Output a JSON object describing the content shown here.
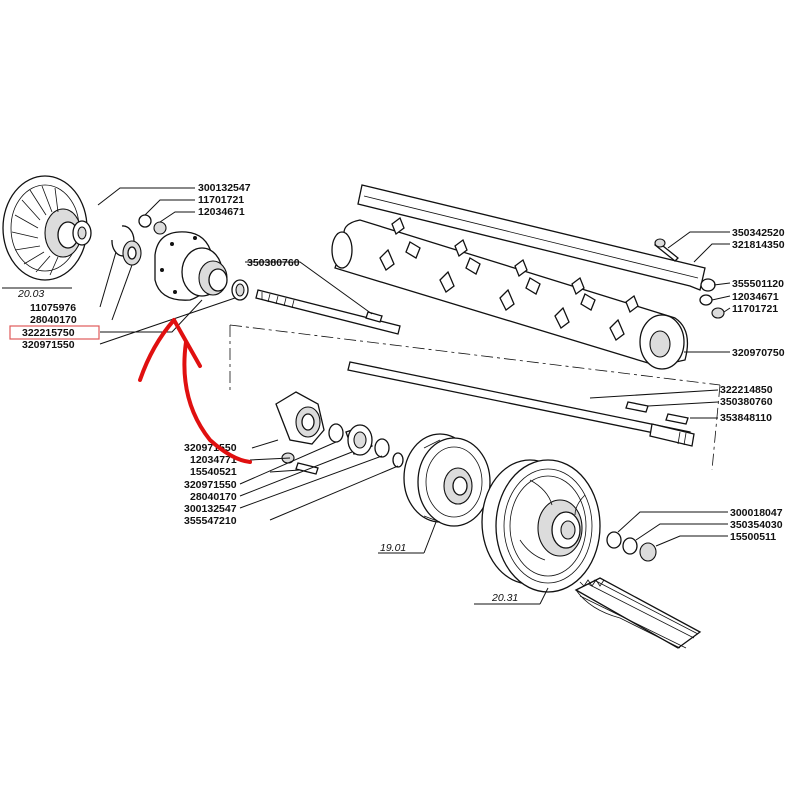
{
  "labels": {
    "top_left": [
      "300132547",
      "11701721",
      "12034671"
    ],
    "left_column": [
      "11075976",
      "28040170",
      "322215750",
      "320971550"
    ],
    "roller_top": "350380760",
    "right_top": [
      "350342520",
      "321814350"
    ],
    "right_mid": [
      "355501120",
      "12034671",
      "11701721"
    ],
    "roller_end": "320970750",
    "shaft_right": [
      "322214850",
      "350380760",
      "353848110"
    ],
    "center_left": [
      "320971550",
      "12034771",
      "15540521",
      "320971550",
      "28040170",
      "300132547",
      "355547210"
    ],
    "pulley_right": [
      "300018047",
      "350354030",
      "15500511"
    ],
    "refs": {
      "hub": "20.03",
      "pulley_small": "19.01",
      "pulley_large": "20.31"
    }
  },
  "highlight": {
    "boxed_label": "322215750",
    "box_color": "#e05a5a",
    "arrow_color": "#e01010"
  }
}
